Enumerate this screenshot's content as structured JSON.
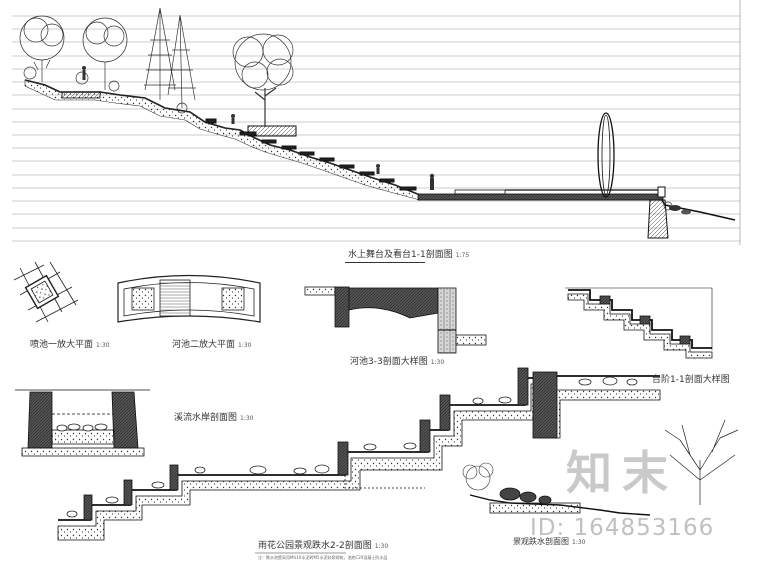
{
  "main_section": {
    "title": "水上舞台及看台1-1剖面图",
    "scale": "1:75"
  },
  "details": [
    {
      "id": "fountain-pool-plan",
      "title": "喷池一放大平面",
      "scale": "1:30"
    },
    {
      "id": "bridge-plan",
      "title": "河池二放大平面",
      "scale": "1:30"
    },
    {
      "id": "pool-section-33",
      "title": "河池3-3剖面大样图",
      "scale": "1:30"
    },
    {
      "id": "platform-section",
      "title": "台阶1-1剖面大样图",
      "scale": ""
    },
    {
      "id": "stream-section",
      "title": "溪流水岸剖面图",
      "scale": "1:30"
    },
    {
      "id": "cascade-section",
      "title": "雨花公园景观跌水2-2剖面图",
      "scale": "1:30"
    },
    {
      "id": "landscape-stone-section",
      "title": "景观跌水剖面图",
      "scale": "1:30"
    }
  ],
  "cascade_note": "注：跌水池壁采用MU10水泥砖M5水泥砂浆砌筑，池底C20混凝土防水层",
  "watermark": {
    "logo_text": "知末",
    "id_text": "ID: 164853166"
  }
}
